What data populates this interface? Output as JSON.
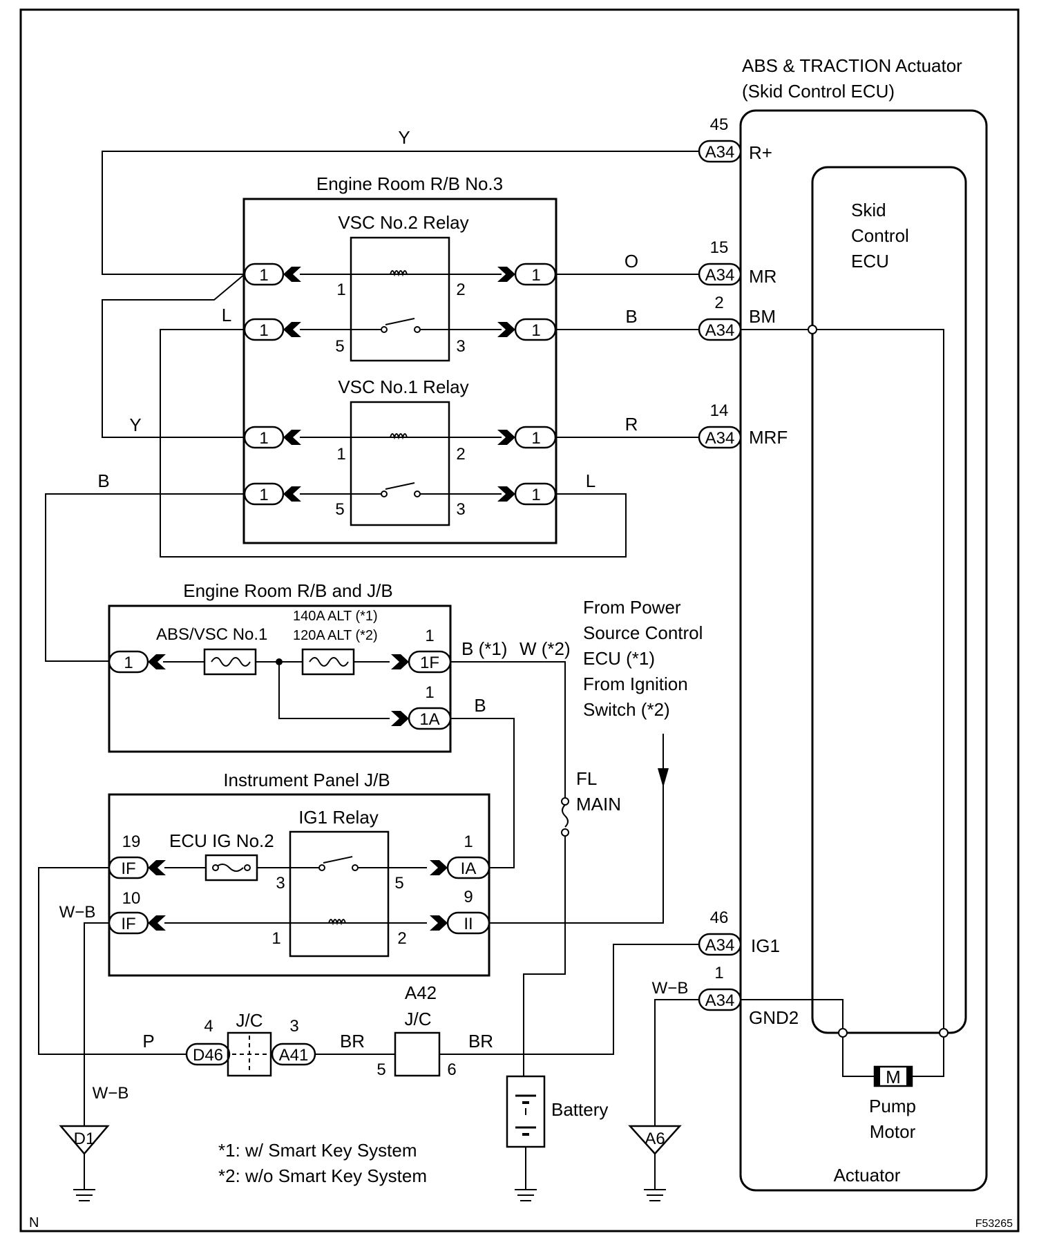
{
  "actuator": {
    "title_line1": "ABS & TRACTION Actuator",
    "title_line2": "(Skid Control ECU)",
    "ecu_line1": "Skid",
    "ecu_line2": "Control",
    "ecu_line3": "ECU",
    "bottom_label": "Actuator",
    "pump_motor_line1": "Pump",
    "pump_motor_line2": "Motor",
    "motor_symbol": "M"
  },
  "actuator_pins": [
    {
      "pin": "45",
      "connector": "A34",
      "terminal": "R+",
      "wire": "Y"
    },
    {
      "pin": "15",
      "connector": "A34",
      "terminal": "MR",
      "wire": "O"
    },
    {
      "pin": "2",
      "connector": "A34",
      "terminal": "BM",
      "wire": "B"
    },
    {
      "pin": "14",
      "connector": "A34",
      "terminal": "MRF",
      "wire": "R"
    },
    {
      "pin": "46",
      "connector": "A34",
      "terminal": "IG1",
      "wire": "BR"
    },
    {
      "pin": "1",
      "connector": "A34",
      "terminal": "GND2",
      "wire": "W-B"
    }
  ],
  "engine_room_rb3": {
    "title": "Engine Room R/B No.3",
    "relay2": {
      "title": "VSC No.2 Relay",
      "pins": [
        "1",
        "2",
        "5",
        "3"
      ]
    },
    "relay1": {
      "title": "VSC No.1 Relay",
      "pins": [
        "1",
        "2",
        "5",
        "3"
      ]
    },
    "connector_label": "1"
  },
  "engine_room_rb_jb": {
    "title": "Engine Room R/B and J/B",
    "fuse1": "ABS/VSC No.1",
    "fuse2_line1": "140A ALT (*1)",
    "fuse2_line2": "120A ALT (*2)",
    "conn_left": "1",
    "conn_1f_pin": "1",
    "conn_1f": "1F",
    "conn_1a_pin": "1",
    "conn_1a": "1A"
  },
  "instrument_panel_jb": {
    "title": "Instrument Panel J/B",
    "fuse": "ECU IG No.2",
    "relay_title": "IG1 Relay",
    "relay_pins": [
      "3",
      "5",
      "1",
      "2"
    ],
    "conn_if_top_pin": "19",
    "conn_if_top": "IF",
    "conn_if_bottom_pin": "10",
    "conn_if_bottom": "IF",
    "conn_ia_pin": "1",
    "conn_ia": "IA",
    "conn_ii_pin": "9",
    "conn_ii": "II"
  },
  "wires": {
    "y_top": "Y",
    "l_relay2": "L",
    "y_relay1": "Y",
    "b_left": "B",
    "l_relay1": "L",
    "b_1f": "B (*1)",
    "w_1f": "W (*2)",
    "b_1a": "B",
    "wb_if": "W−B",
    "p": "P",
    "br_left": "BR",
    "br_right": "BR",
    "wb_ground_left": "W−B",
    "wb_a34": "W−B"
  },
  "power_source_note": [
    "From Power",
    "Source Control",
    "ECU (*1)",
    "From Ignition",
    "Switch (*2)"
  ],
  "fl_main": [
    "FL",
    "MAIN"
  ],
  "jc_left": {
    "label": "J/C",
    "pin_left": "4",
    "conn_left": "D46",
    "pin_right": "3",
    "conn_right": "A41"
  },
  "jc_right": {
    "label_top": "A42",
    "label": "J/C",
    "pin_left": "5",
    "pin_right": "6"
  },
  "battery": "Battery",
  "grounds": {
    "left": "D1",
    "right": "A6"
  },
  "footnotes": [
    "*1: w/ Smart Key System",
    "*2: w/o Smart Key System"
  ],
  "corner_left": "N",
  "figure_code": "F53265"
}
